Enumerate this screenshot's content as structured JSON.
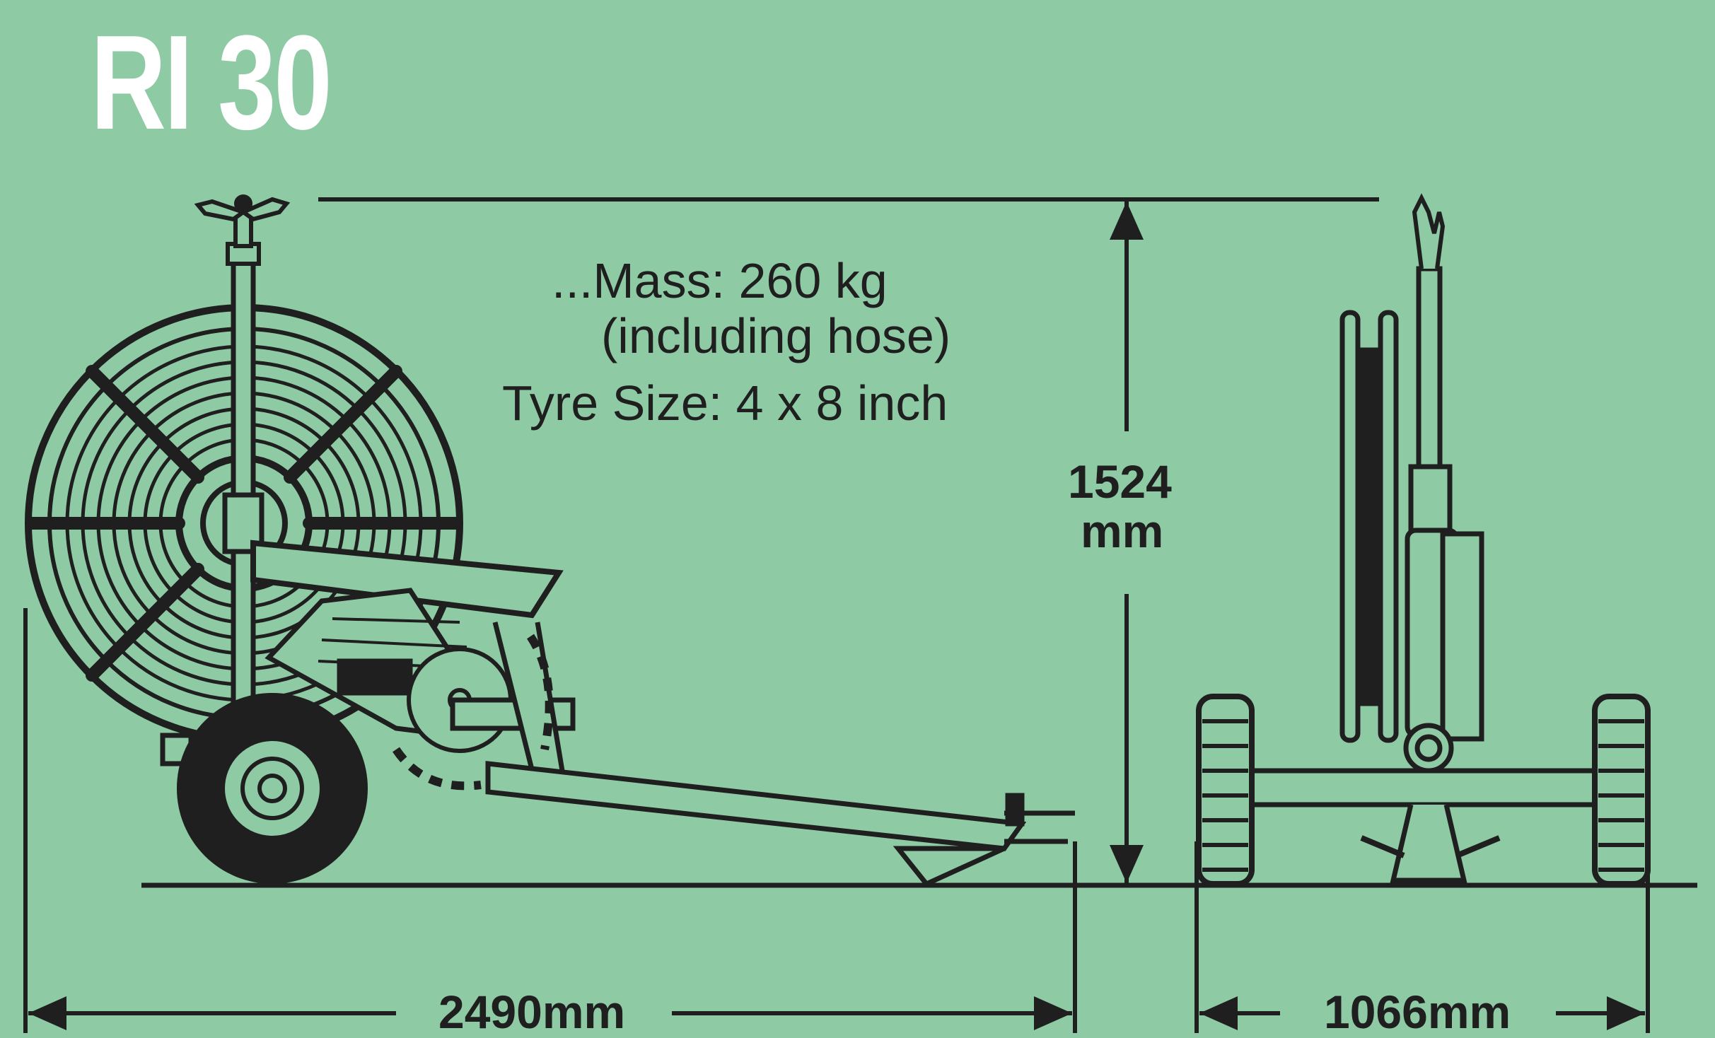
{
  "title": "RI 30",
  "specs": {
    "mass": "...Mass: 260 kg",
    "mass_note": "(including hose)",
    "tyre": "Tyre Size: 4 x 8 inch"
  },
  "dimensions": {
    "height_value": "1524",
    "height_unit": "mm",
    "length": "2490mm",
    "width": "1066mm"
  },
  "colors": {
    "background": "#8ecba4",
    "ink": "#1f1f1f",
    "title": "#ffffff"
  }
}
